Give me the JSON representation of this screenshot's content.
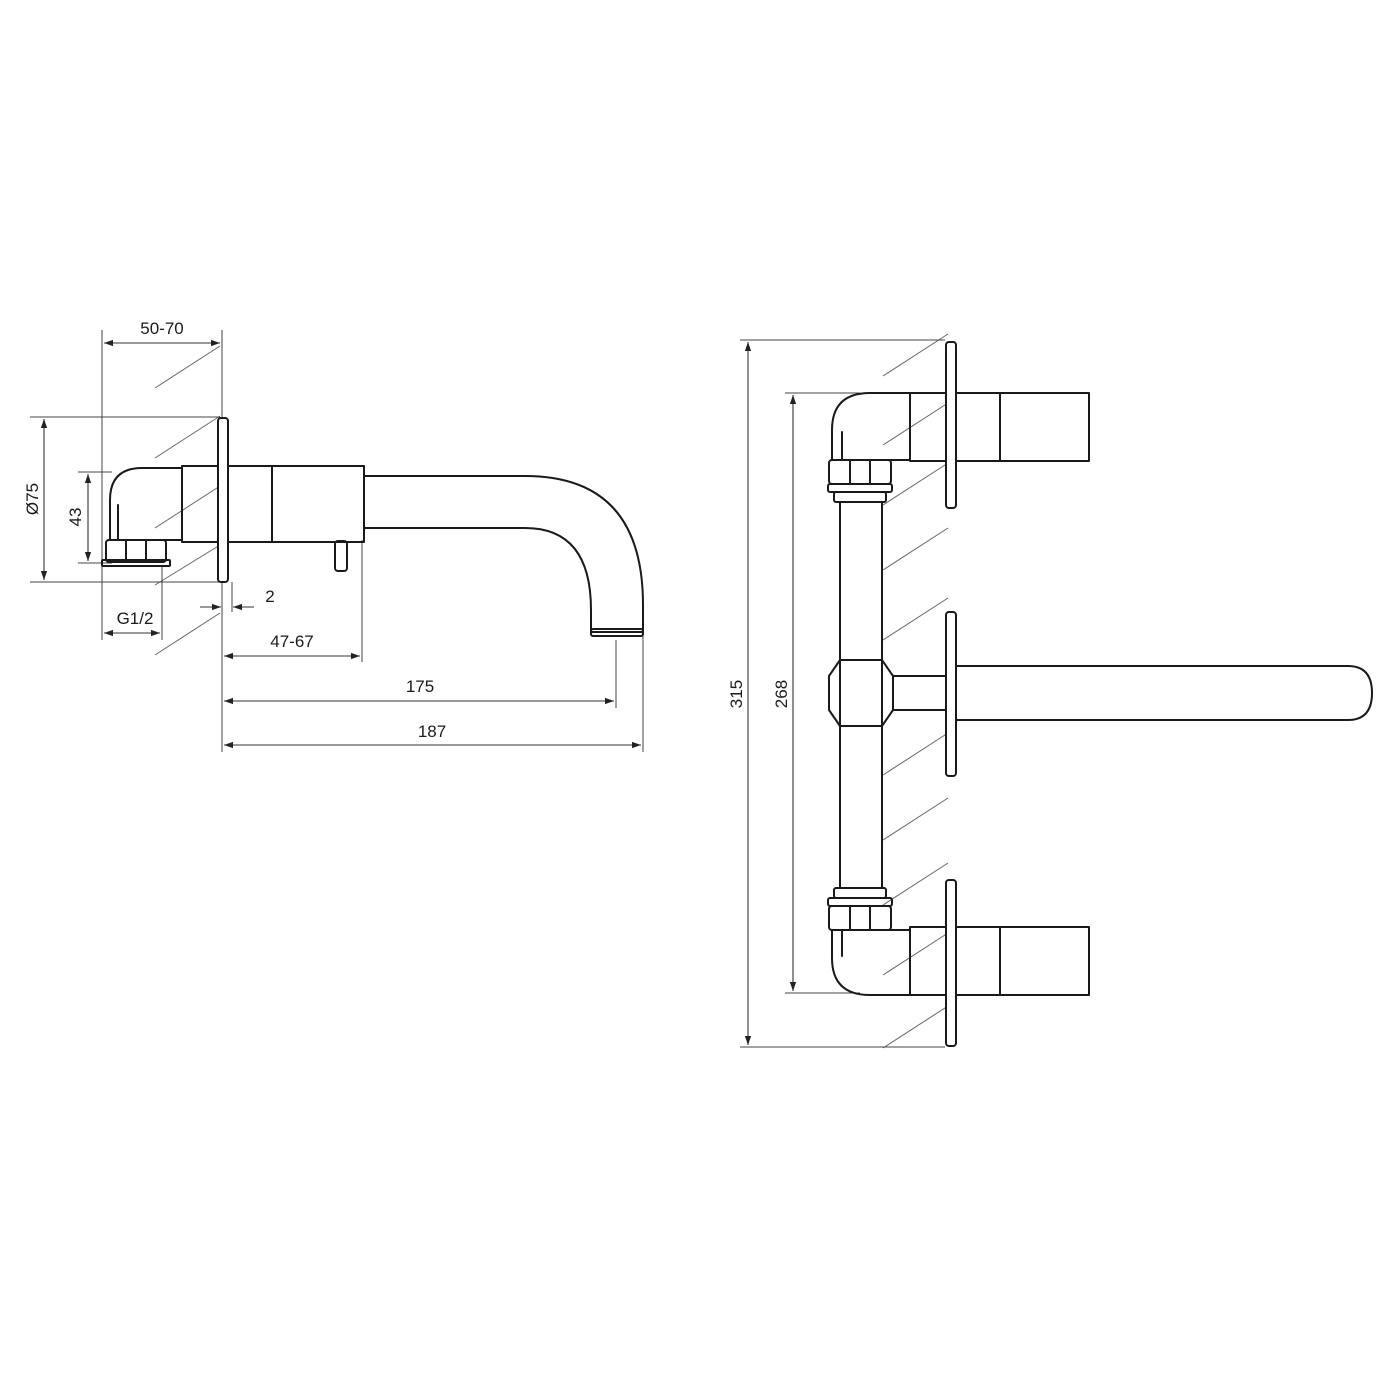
{
  "side_view": {
    "dim_wall_depth": "50-70",
    "dim_plate_diameter": "Ø75",
    "dim_body_height": "43",
    "dim_thread": "G1/2",
    "dim_gap": "2",
    "dim_lever_position": "47-67",
    "dim_spout_outlet": "175",
    "dim_spout_length": "187"
  },
  "front_view": {
    "dim_overall_height": "315",
    "dim_handle_spacing": "268"
  },
  "colors": {
    "line": "#1a1a1a",
    "background": "#ffffff"
  }
}
